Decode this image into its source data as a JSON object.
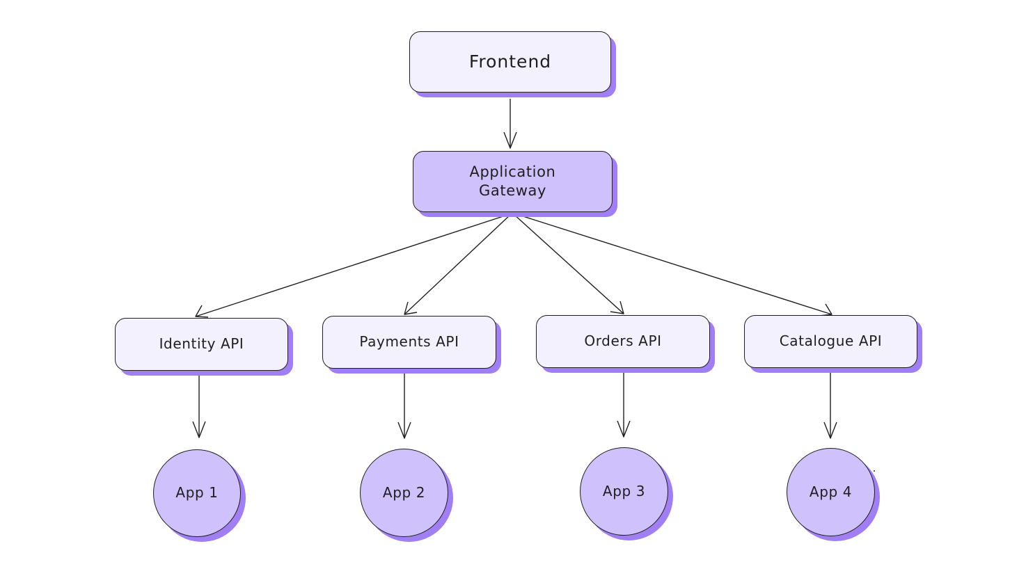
{
  "nodes": {
    "frontend": {
      "label": "Frontend"
    },
    "gateway": {
      "label": "Application\nGateway"
    },
    "identity_api": {
      "label": "Identity API"
    },
    "payments_api": {
      "label": "Payments API"
    },
    "orders_api": {
      "label": "Orders API"
    },
    "catalogue_api": {
      "label": "Catalogue API"
    },
    "app1": {
      "label": "App 1"
    },
    "app2": {
      "label": "App 2"
    },
    "app3": {
      "label": "App 3"
    },
    "app4": {
      "label": "App 4"
    }
  },
  "edges": [
    {
      "from": "frontend",
      "to": "gateway"
    },
    {
      "from": "gateway",
      "to": "identity_api"
    },
    {
      "from": "gateway",
      "to": "payments_api"
    },
    {
      "from": "gateway",
      "to": "orders_api"
    },
    {
      "from": "gateway",
      "to": "catalogue_api"
    },
    {
      "from": "identity_api",
      "to": "app1"
    },
    {
      "from": "payments_api",
      "to": "app2"
    },
    {
      "from": "orders_api",
      "to": "app3"
    },
    {
      "from": "catalogue_api",
      "to": "app4"
    }
  ],
  "colors": {
    "node_fill_light": "#f3f1fd",
    "node_fill_dark": "#cfc2fc",
    "shadow": "#9f7ff3",
    "stroke": "#1e1e1e"
  }
}
